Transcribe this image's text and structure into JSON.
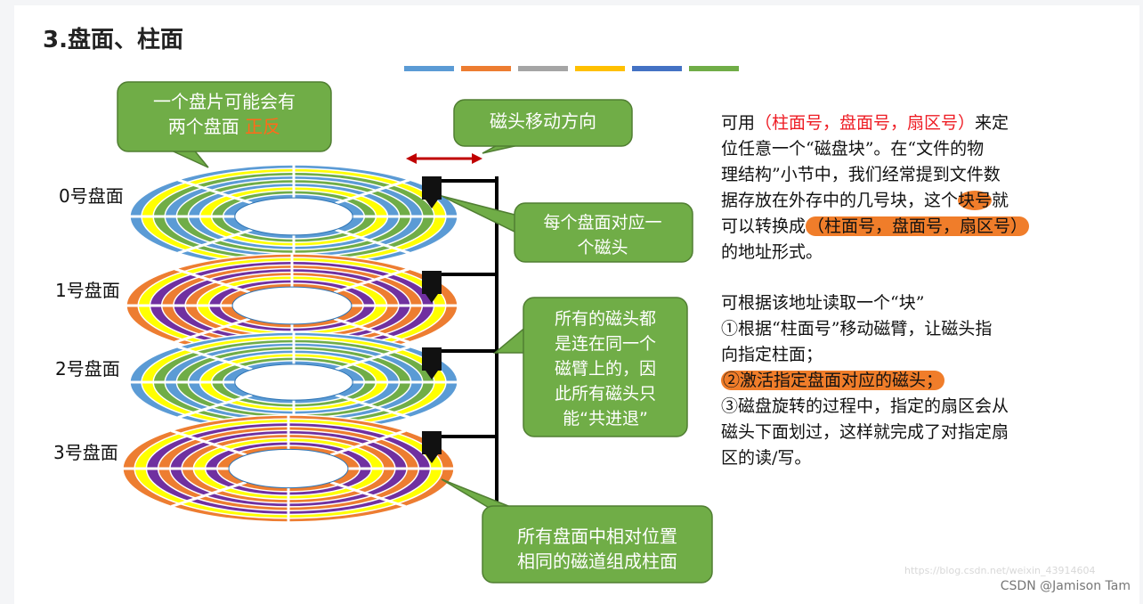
{
  "title": "3.盘面、柱面",
  "colors": [
    "#5b9bd5",
    "#ed7d31",
    "#a5a5a5",
    "#ffc000",
    "#4472c4",
    "#70ad47"
  ],
  "callouts": {
    "two_sides": "一个盘片可能会有",
    "two_sides_line2": "两个盘面",
    "two_sides_accent": "正反",
    "head_direction": "磁头移动方向",
    "one_head_each": "每个盘面对应一",
    "one_head_each_line2": "个磁头",
    "same_arm": "所有的磁头都",
    "same_arm_line2": "是连在同一个",
    "same_arm_line3": "磁臂上的，因",
    "same_arm_line4": "此所有磁头只",
    "same_arm_line5": "能“共进退”",
    "cylinder": "所有盘面中相对位置",
    "cylinder_line2": "相同的磁道组成柱面"
  },
  "platter_labels": [
    "0号盘面",
    "1号盘面",
    "2号盘面",
    "3号盘面"
  ],
  "right_text": {
    "p1_a": "可用",
    "p1_red": "（柱面号，盘面号，扇区号）",
    "p1_b": "来定",
    "p1_line2": "位任意一个“磁盘块”。在“文件的物",
    "p1_line3": "理结构”小节中，我们经常提到文件数",
    "p1_line4_a": "据存放在外存中的几号块，这个",
    "p1_line4_hl": "块号",
    "p1_line4_b": "就",
    "p1_line5_a": "可以转换成",
    "p1_line5_hl": "（柱面号，盘面号，扇区号）",
    "p1_line6": "的地址形式。",
    "p2_line1": "可根据该地址读取一个“块”",
    "p2_line2": "①根据“柱面号”移动磁臂，让磁头指",
    "p2_line3": "向指定柱面；",
    "p2_line4_hl": "②激活指定盘面对应的磁头；",
    "p2_line5": "③磁盘旋转的过程中，指定的扇区会从",
    "p2_line6": "磁头下面划过，这样就完成了对指定扇",
    "p2_line7": "区的读/写。"
  },
  "watermarks": {
    "url": "https://blog.csdn.net/weixin_43914604",
    "credit": "CSDN @Jamison Tam"
  }
}
